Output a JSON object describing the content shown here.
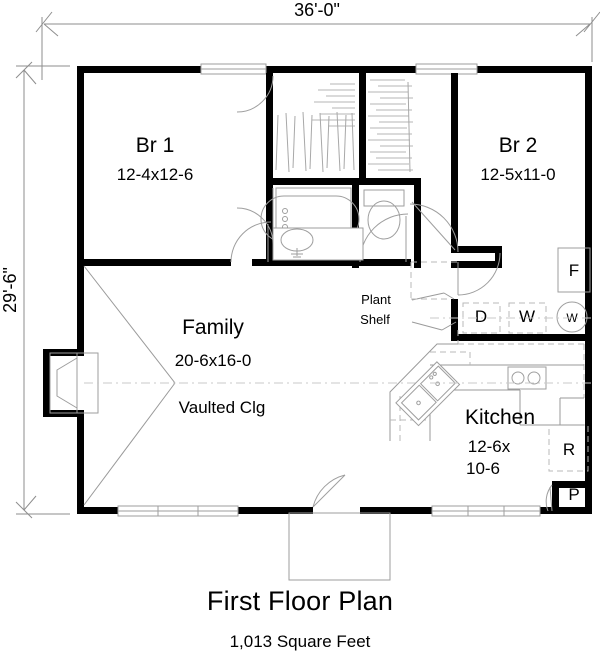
{
  "plan": {
    "title": "First Floor Plan",
    "area": "1,013 Square Feet",
    "overall_width": "36'-0\"",
    "overall_depth": "29'-6\""
  },
  "rooms": [
    {
      "key": "br1",
      "name": "Br 1",
      "dims": "12-4x12-6",
      "note": ""
    },
    {
      "key": "br2",
      "name": "Br 2",
      "dims": "12-5x11-0",
      "note": ""
    },
    {
      "key": "family",
      "name": "Family",
      "dims": "20-6x16-0",
      "note": "Vaulted Clg"
    },
    {
      "key": "kitchen",
      "name": "Kitchen",
      "dims_line1": "12-6x",
      "dims_line2": "10-6"
    }
  ],
  "annotations": {
    "plant_shelf_line1": "Plant",
    "plant_shelf_line2": "Shelf"
  },
  "appliances": [
    {
      "key": "f",
      "label": "F"
    },
    {
      "key": "d",
      "label": "D"
    },
    {
      "key": "w_washer",
      "label": "W"
    },
    {
      "key": "w_heater",
      "label": "W"
    },
    {
      "key": "r",
      "label": "R"
    },
    {
      "key": "p",
      "label": "P"
    }
  ],
  "colors": {
    "wall": "#000000",
    "thin": "#9a9a9a",
    "fixture": "#9e9e9e",
    "dimension": "#8d8d8d",
    "background": "#ffffff"
  }
}
